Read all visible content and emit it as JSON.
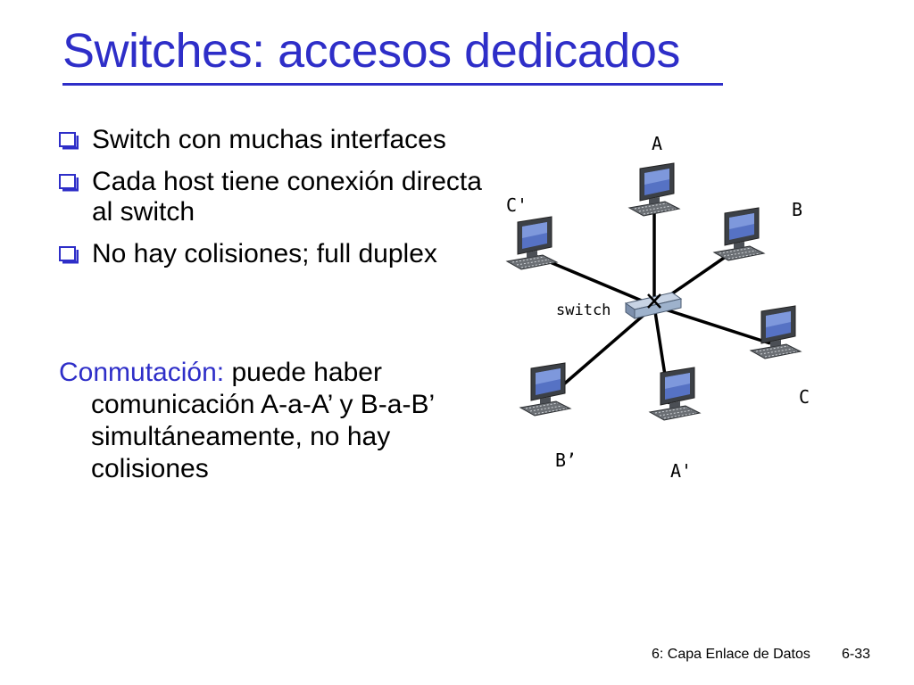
{
  "slide": {
    "title": "Switches: accesos dedicados",
    "bullets": [
      "Switch con muchas interfaces",
      "Cada host tiene conexión directa al switch",
      "No hay colisiones; full duplex"
    ],
    "conmutacion": {
      "label": "Conmutación:",
      "text_first": "puede haber",
      "text_rest": "comunicación A-a-A’ y B-a-B’ simultáneamente, no hay colisiones"
    },
    "footer": {
      "chapter": "6: Capa Enlace de Datos",
      "page": "6-33"
    }
  },
  "diagram": {
    "switch_label": "switch",
    "switch_icon": "switch-x-icon",
    "hosts": [
      {
        "label": "A",
        "icon": "computer-icon"
      },
      {
        "label": "B",
        "icon": "computer-icon"
      },
      {
        "label": "C",
        "icon": "computer-icon"
      },
      {
        "label": "A'",
        "icon": "computer-icon"
      },
      {
        "label": "B’",
        "icon": "computer-icon"
      },
      {
        "label": "C'",
        "icon": "computer-icon"
      }
    ]
  },
  "colors": {
    "accent": "#2e2ec8",
    "text": "#000000",
    "switch_fill": "#9eb2cc"
  }
}
